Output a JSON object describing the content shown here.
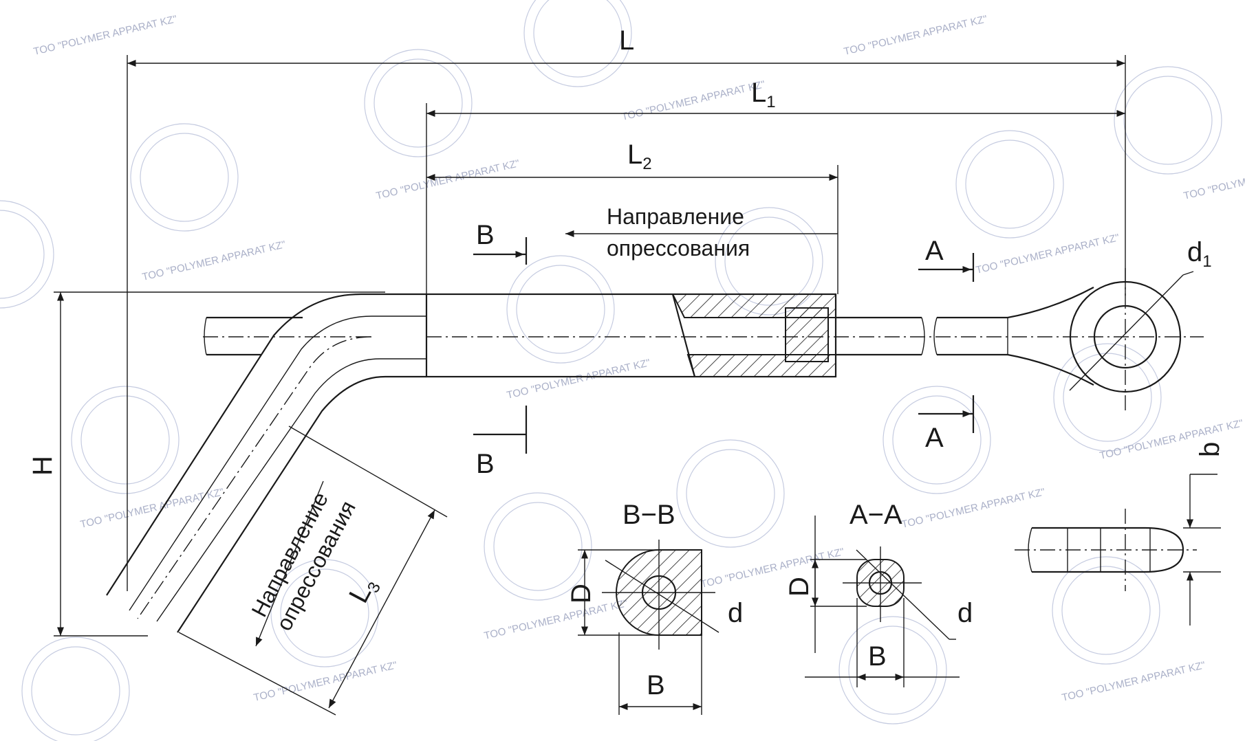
{
  "dimensions": {
    "L": "L",
    "L1_main": "L",
    "L1_sub": "1",
    "L2_main": "L",
    "L2_sub": "2",
    "L3_main": "L",
    "L3_sub": "3",
    "H": "H",
    "d1_main": "d",
    "d1_sub": "1",
    "b": "b"
  },
  "annotations": {
    "pressing_line1": "Направление",
    "pressing_line2": "опрессования"
  },
  "sections": {
    "B_mark": "B",
    "A_mark": "A",
    "BB_title": "B−B",
    "AA_title": "A−A",
    "D_label": "D",
    "d_label": "d",
    "B_label": "B"
  },
  "watermark": {
    "text": "TOO \"POLYMER  APPARAT KZ\""
  },
  "colors": {
    "line": "#1a1a1a",
    "watermark": "#c5cbe0"
  }
}
